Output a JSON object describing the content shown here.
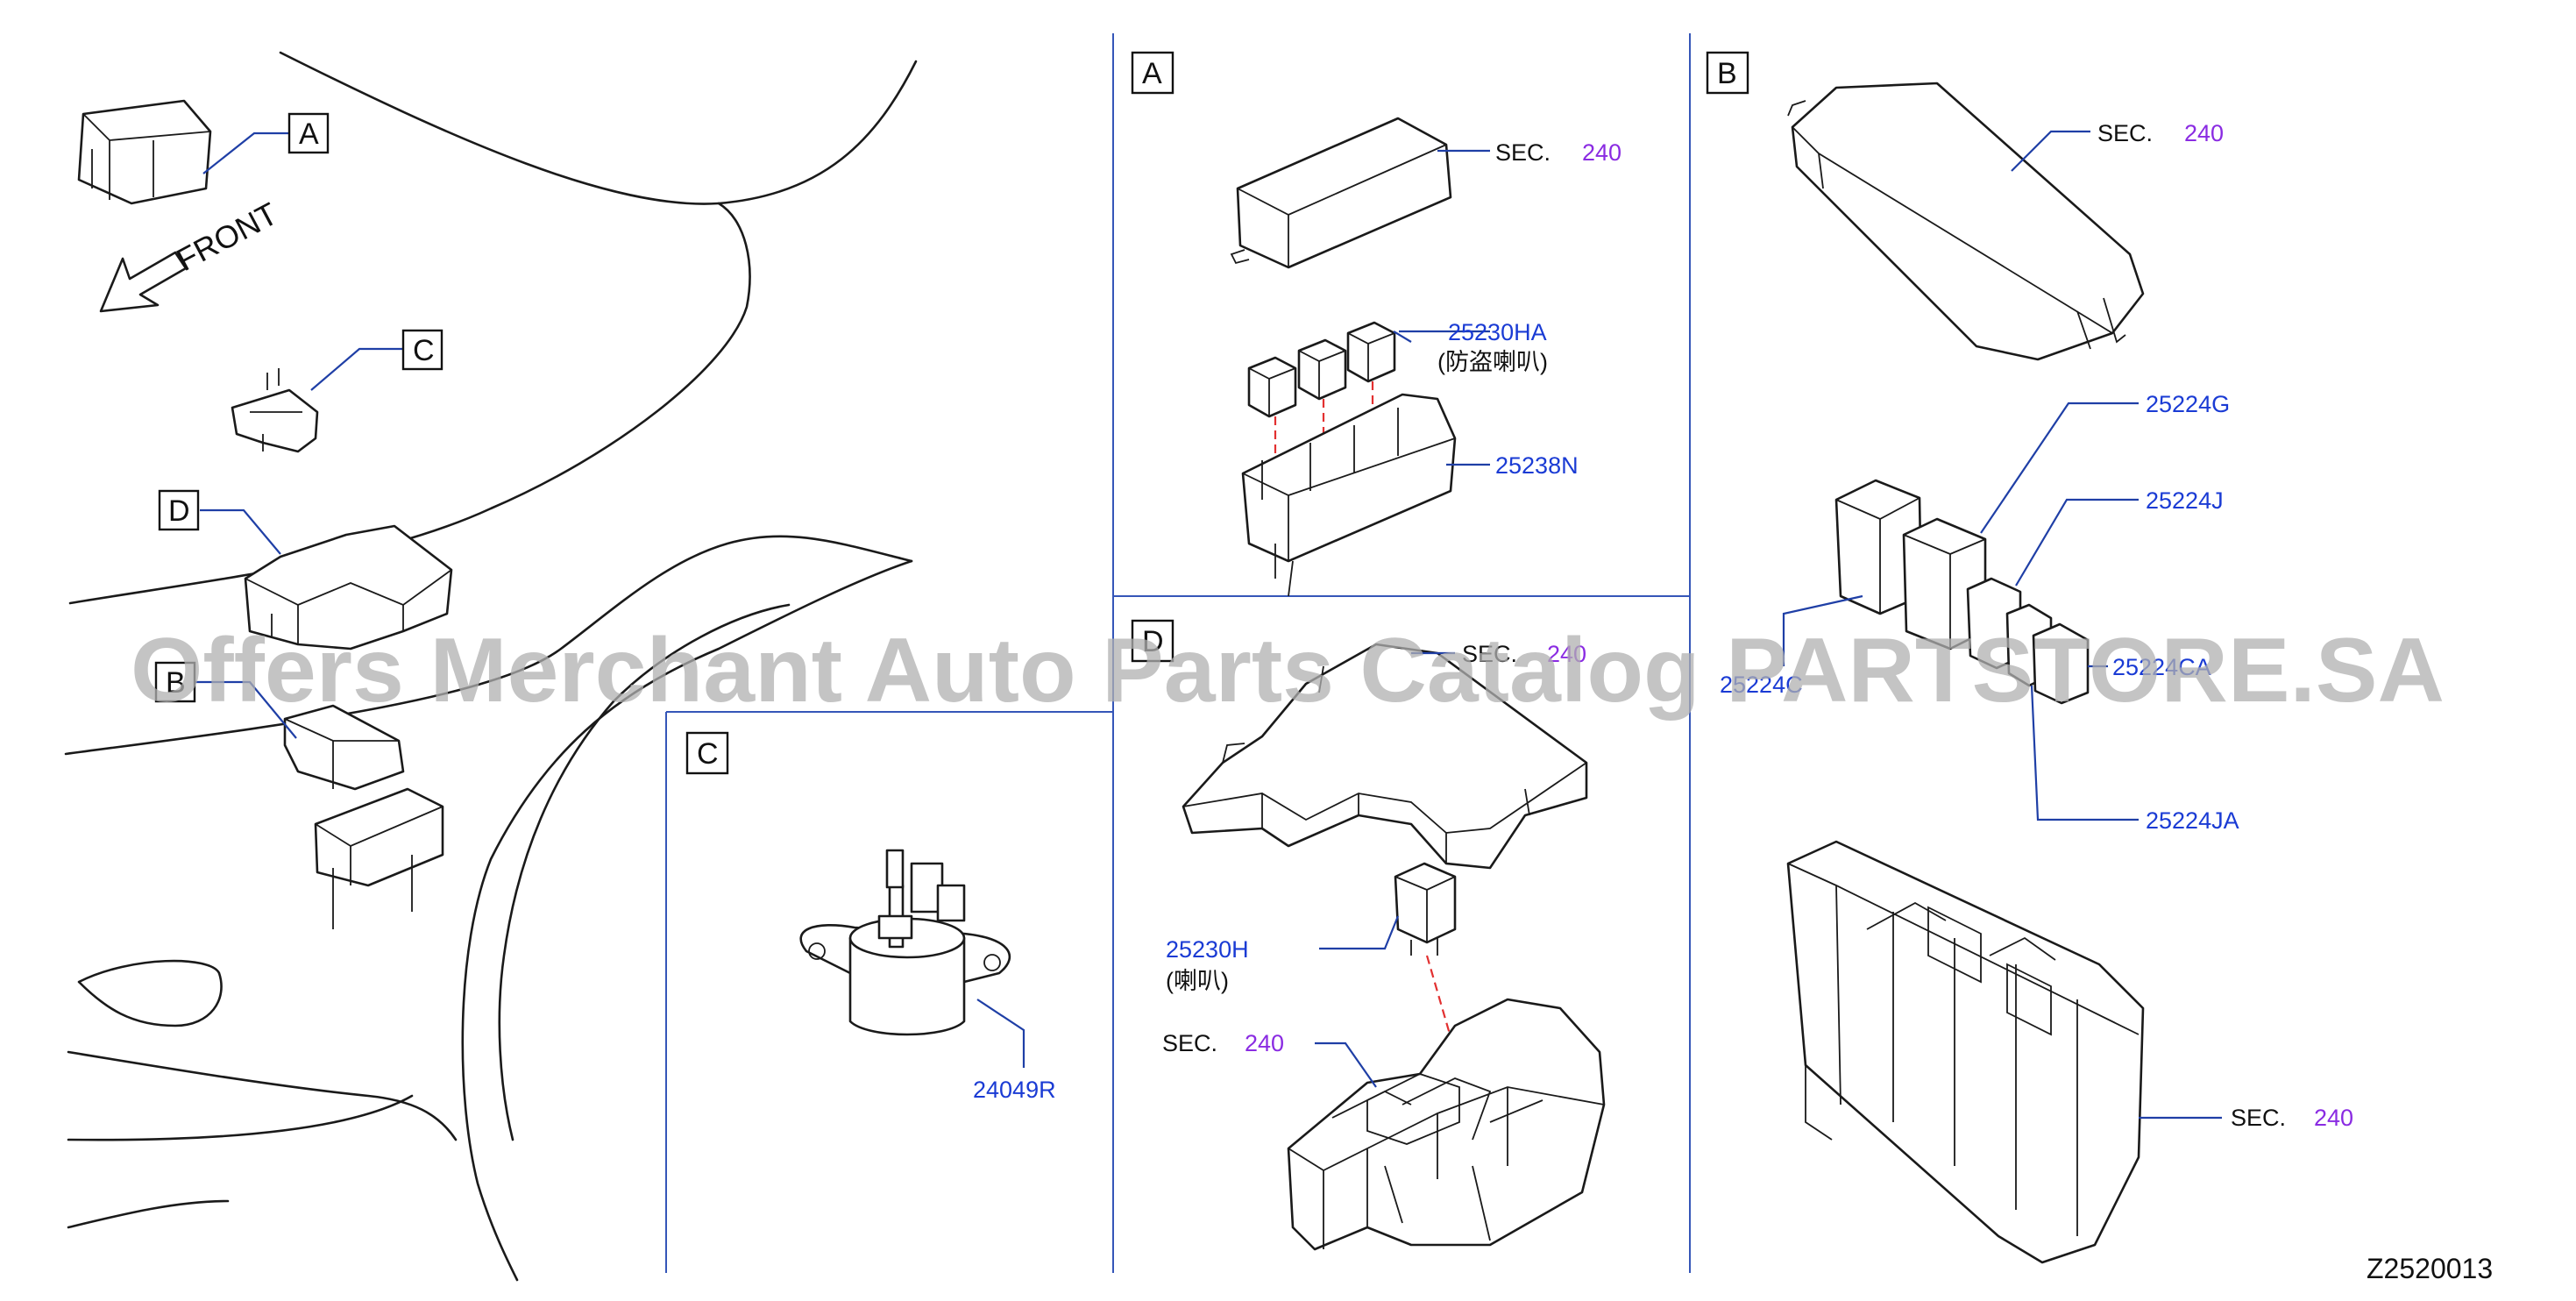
{
  "diagram_code": "Z2520013",
  "watermark": "Offers Merchant Auto Parts Catalog PARTSTORE.SA",
  "overview": {
    "front_label": "FRONT",
    "labels": [
      "A",
      "C",
      "D",
      "B"
    ]
  },
  "panel_a": {
    "label": "A",
    "sec_text": "SEC.",
    "sec_num": "240",
    "part_relay": "25230HA",
    "part_relay_note": "(防盗喇叭)",
    "part_box": "25238N"
  },
  "panel_b": {
    "label": "B",
    "sec_text_top": "SEC.",
    "sec_num_top": "240",
    "parts": [
      "25224G",
      "25224J",
      "25224C",
      "25224CA",
      "25224JA"
    ],
    "sec_text_bottom": "SEC.",
    "sec_num_bottom": "240"
  },
  "panel_c": {
    "label": "C",
    "part": "24049R"
  },
  "panel_d": {
    "label": "D",
    "sec_text_top": "SEC.",
    "sec_num_top": "240",
    "part_relay": "25230H",
    "part_relay_note": "(喇叭)",
    "sec_text_bottom": "SEC.",
    "sec_num_bottom": "240"
  },
  "colors": {
    "part_number": "#1a3bd4",
    "section_number": "#8a2be2",
    "leader_line": "#1f3fa6",
    "panel_divider": "#3556b8",
    "assembly_line": "#e23030"
  }
}
